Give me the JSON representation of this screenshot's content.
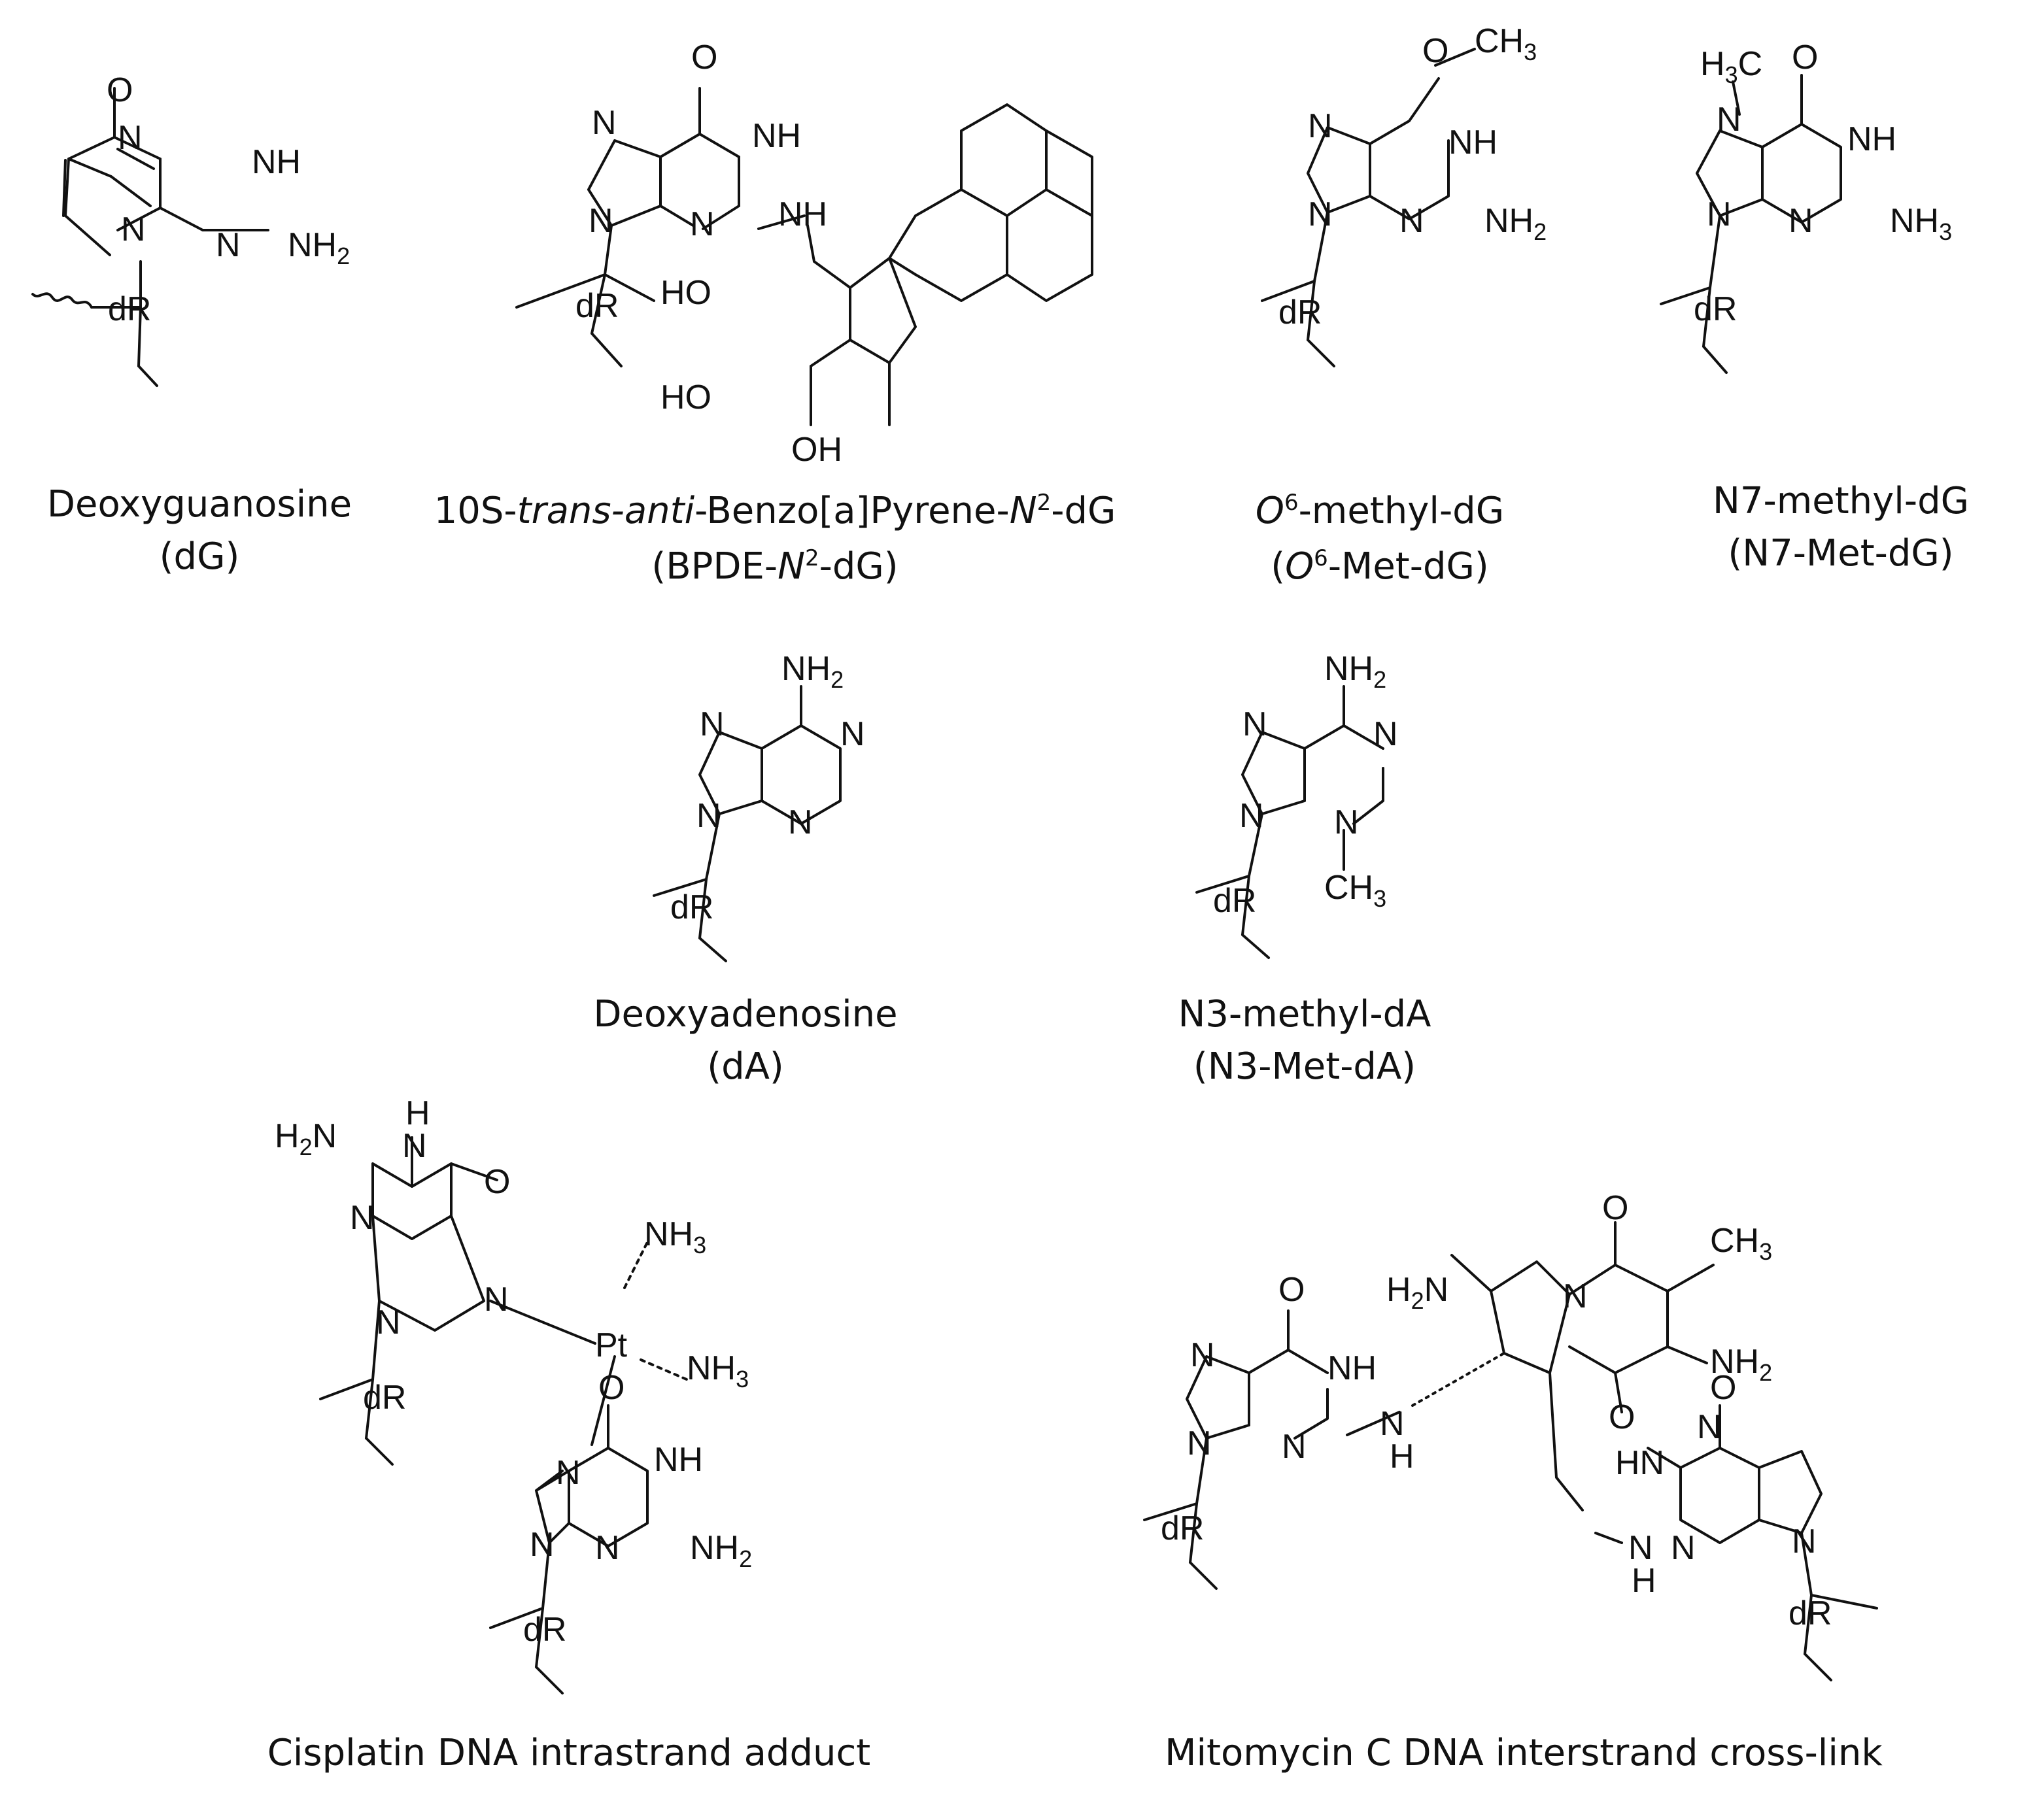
{
  "labels": {
    "dG": {
      "name": "Deoxyguanosine",
      "abbr": "(dG)"
    },
    "bpde": {
      "name_pre": "10S-",
      "name_trans": "trans",
      "name_dash": "-",
      "name_anti": "anti",
      "name_mid": "-Benzo[a]Pyrene-",
      "name_n": "N",
      "name_sup": "2",
      "name_post": "-dG",
      "abbr_pre": "(BPDE-",
      "abbr_n": "N",
      "abbr_sup": "2",
      "abbr_post": "-dG)"
    },
    "o6": {
      "name_o": "O",
      "name_sup": "6",
      "name_post": "-methyl-dG",
      "abbr_pre": "(",
      "abbr_o": "O",
      "abbr_sup": "6",
      "abbr_post": "-Met-dG)"
    },
    "n7": {
      "name": "N7-methyl-dG",
      "abbr": "(N7-Met-dG)"
    },
    "dA": {
      "name": "Deoxyadenosine",
      "abbr": "(dA)"
    },
    "n3": {
      "name": "N3-methyl-dA",
      "abbr": "(N3-Met-dA)"
    },
    "cis": {
      "name": "Cisplatin DNA intrastrand adduct"
    },
    "mmc": {
      "name": "Mitomycin C DNA interstrand cross-link"
    }
  },
  "atoms": {
    "N": "N",
    "NH": "NH",
    "HN": "HN",
    "NH2": "NH",
    "H2N": "H",
    "two": "2",
    "O": "O",
    "OH": "OH",
    "HO": "HO",
    "dR": "dR",
    "CH3": "CH",
    "H3C": "H",
    "three": "3",
    "Pt": "Pt",
    "NH3": "NH",
    "H": "H"
  }
}
